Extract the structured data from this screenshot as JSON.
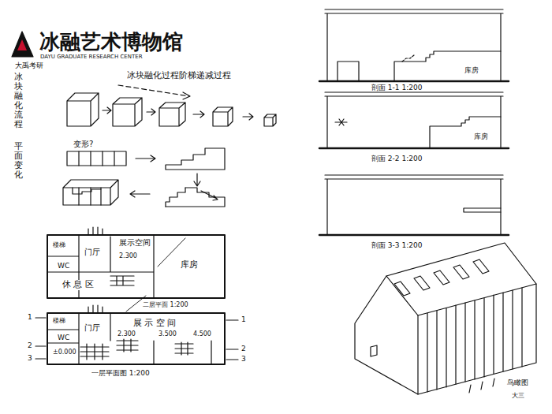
{
  "diagram": {
    "title": "冰融艺术博物馆",
    "labels": [
      "大禹考研",
      "DAYU GRADUATE RESEARCH CENTER",
      "冰块融化流程",
      "平面变化",
      "冰块融化过程阶梯递减过程",
      "变形?",
      "楼梯",
      "WC",
      "门厅",
      "展示空间",
      "2.300",
      "库房",
      "休 息 区",
      "二层平面 1:200",
      "楼梯",
      "WC",
      "门厅",
      "展 示 空 间",
      "2.300",
      "3.500",
      "4.500",
      "±0.000",
      "一层平面图 1:200",
      "1",
      "2",
      "3",
      "1",
      "2",
      "3",
      "库房",
      "剖面 1-1 1:200",
      "库房",
      "剖面 2-2 1:200",
      "剖面 3-3 1:200",
      "鸟瞰图",
      "大三"
    ]
  }
}
